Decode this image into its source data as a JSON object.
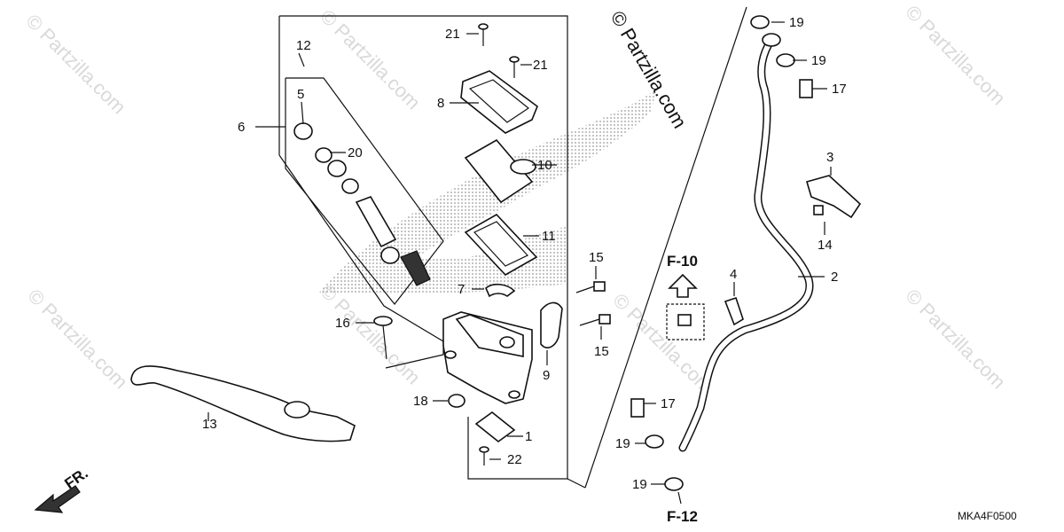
{
  "watermark": {
    "brand_text": "© Partzilla.com",
    "copyright_text": "© Partzilla.com"
  },
  "diagram": {
    "code": "MKA4F0500",
    "direction_label": "FR.",
    "ref_up": "F-10",
    "ref_down": "F-12"
  },
  "callouts": {
    "c1": "1",
    "c2": "2",
    "c3": "3",
    "c4": "4",
    "c5": "5",
    "c6": "6",
    "c7": "7",
    "c8": "8",
    "c9": "9",
    "c10": "10",
    "c11": "11",
    "c12": "12",
    "c13": "13",
    "c14": "14",
    "c15a": "15",
    "c15b": "15",
    "c16": "16",
    "c17a": "17",
    "c17b": "17",
    "c18": "18",
    "c19a": "19",
    "c19b": "19",
    "c19c": "19",
    "c19d": "19",
    "c20": "20",
    "c21a": "21",
    "c21b": "21",
    "c22": "22"
  }
}
